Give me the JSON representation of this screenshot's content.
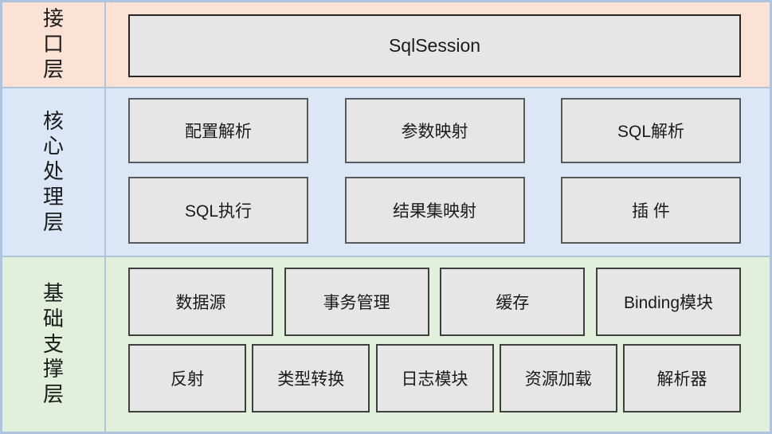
{
  "diagram_title": "MyBatis layered architecture diagram",
  "layers": [
    {
      "label": "接口层",
      "rows": [
        [
          "SqlSession"
        ]
      ]
    },
    {
      "label": "核心处理层",
      "rows": [
        [
          "配置解析",
          "参数映射",
          "SQL解析"
        ],
        [
          "SQL执行",
          "结果集映射",
          "插 件"
        ]
      ]
    },
    {
      "label": "基础支撑层",
      "rows": [
        [
          "数据源",
          "事务管理",
          "缓存",
          "Binding模块"
        ],
        [
          "反射",
          "类型转换",
          "日志模块",
          "资源加载",
          "解析器"
        ]
      ]
    }
  ],
  "colors": {
    "interface_layer_bg": "#fbe2d5",
    "core_layer_bg": "#dbe7f6",
    "base_layer_bg": "#e2efda",
    "frame_and_divider": "#aec3dc",
    "box_fill": "#e7e6e6",
    "box_border": "#595959",
    "text": "#1a1a1a"
  }
}
